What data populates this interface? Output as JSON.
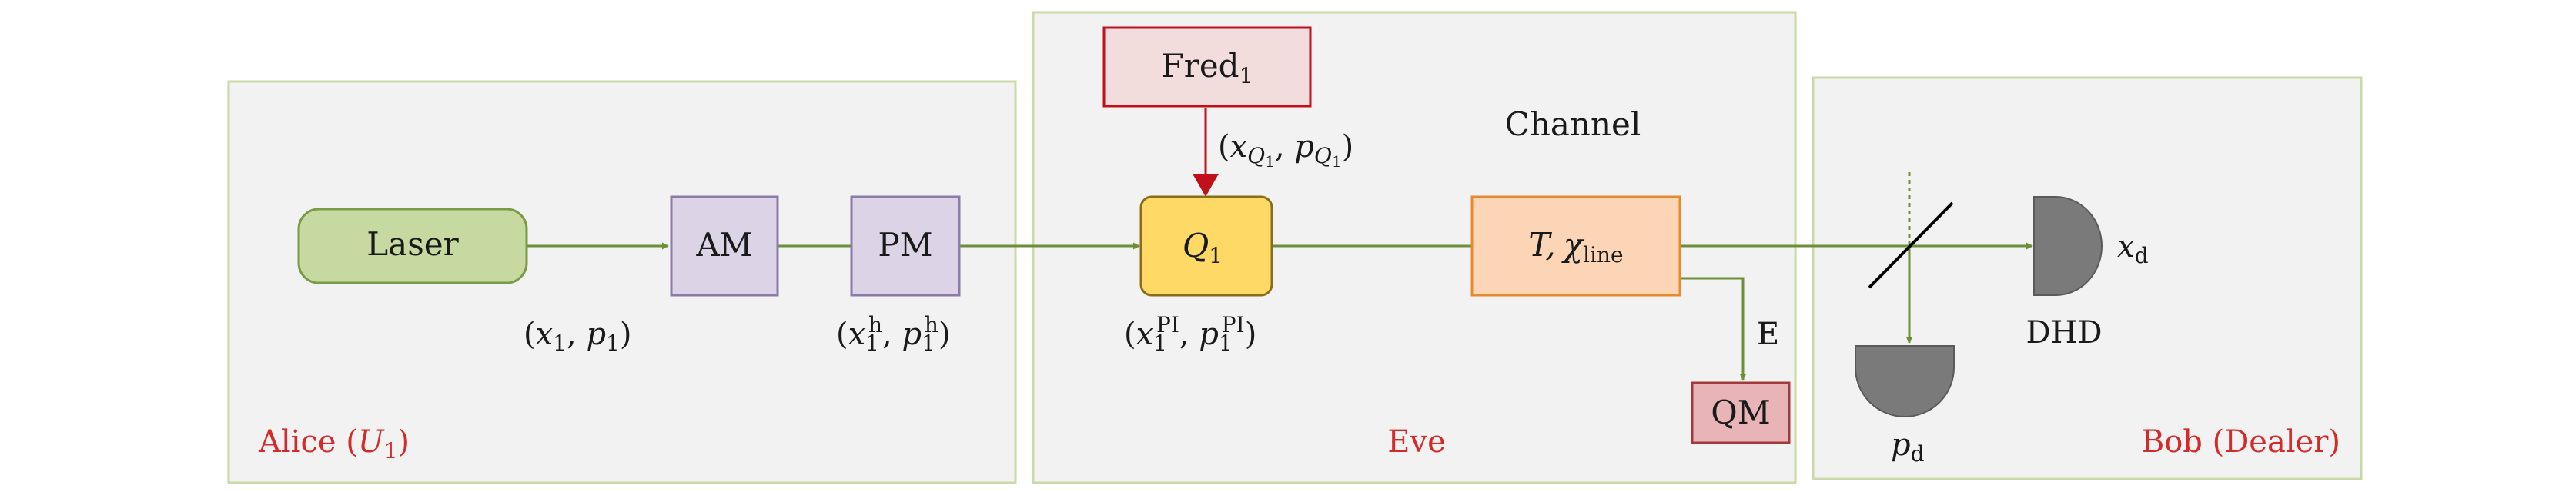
{
  "panels": {
    "alice": {
      "label": "Alice",
      "label_math": "U",
      "label_sub": "1"
    },
    "eve": {
      "label": "Eve"
    },
    "bob": {
      "label": "Bob (Dealer)"
    }
  },
  "components": {
    "laser": "Laser",
    "am": "AM",
    "pm": "PM",
    "fred": {
      "text": "Fred",
      "sub": "1"
    },
    "q": {
      "text": "Q",
      "sub": "1"
    },
    "channel_box": {
      "t": "T,",
      "chi": "χ",
      "sub": "line"
    },
    "qm": "QM",
    "detector_label": "DHD"
  },
  "annotations": {
    "channel": "Channel",
    "e_port": "E",
    "x_d": {
      "base": "x",
      "sub": "d"
    },
    "p_d": {
      "base": "p",
      "sub": "d"
    },
    "alice_laser_out": {
      "x": "x",
      "xs": "1",
      "p": "p",
      "ps": "1"
    },
    "alice_pm_out": {
      "x": "x",
      "xs": "1",
      "xsup": "h",
      "p": "p",
      "ps": "1",
      "psup": "h"
    },
    "eve_q_in": {
      "x": "x",
      "xs": "1",
      "xsup": "PI",
      "p": "p",
      "ps": "1",
      "psup": "PI"
    },
    "fred_out": {
      "x": "x",
      "xsub": "Q",
      "xsubsub": "1",
      "p": "p",
      "psub": "Q",
      "psubsub": "1"
    }
  },
  "colors": {
    "panel_fill": "#f2f2f2",
    "panel_border": "#c9d9a8",
    "laser_fill": "#c5d9a0",
    "laser_stroke": "#7a9a48",
    "mod_fill": "#dcd3e6",
    "mod_stroke": "#8c7aa8",
    "fred_fill": "#f2dcdc",
    "fred_stroke": "#c0101a",
    "q_fill": "#ffd966",
    "q_stroke": "#8a6d1a",
    "channel_fill": "#fbd5b5",
    "channel_stroke": "#e8892e",
    "qm_fill": "#e8b4b8",
    "qm_stroke": "#a33a3a",
    "line": "#6e8f3a",
    "red_arrow": "#c0101a",
    "detector": "#7a7a7a",
    "label_red": "#d42a2a"
  }
}
